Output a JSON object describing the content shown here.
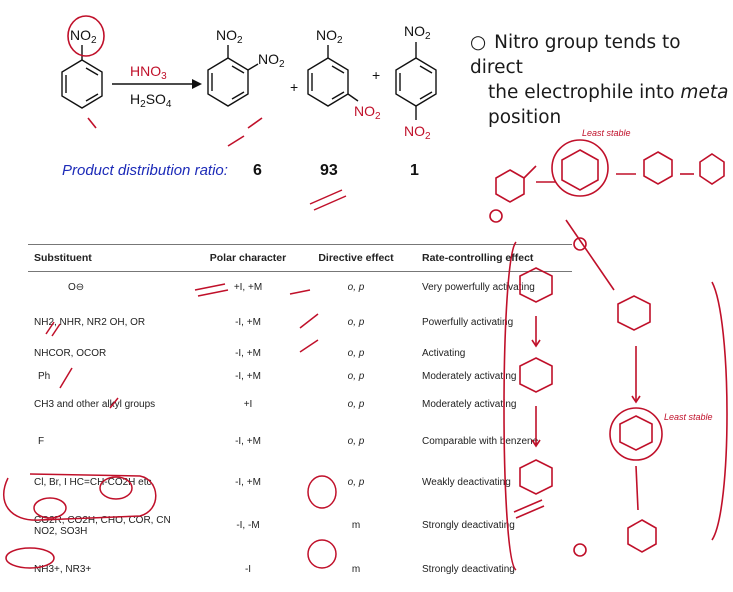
{
  "reaction": {
    "reactant_group": "NO2",
    "reagent_top": "HNO3",
    "reagent_bottom": "H2SO4",
    "product_ortho_groups": [
      "NO2",
      "NO2"
    ],
    "product_meta_groups": [
      "NO2",
      "NO2"
    ],
    "product_para_groups": [
      "NO2",
      "NO2"
    ],
    "plus": "+"
  },
  "bullet": {
    "marker": "○",
    "line1": "Nitro group tends to direct",
    "line2_pre": "the electrophile into ",
    "line2_em": "meta",
    "line3": "position"
  },
  "ratio": {
    "label": "Product distribution ratio:",
    "ortho": "6",
    "meta": "93",
    "para": "1"
  },
  "table": {
    "headers": [
      "Substituent",
      "Polar character",
      "Directive effect",
      "Rate-controlling effect"
    ],
    "rows": [
      {
        "substituent": "O⊖",
        "polar": "+I, +M",
        "directive": "o, p",
        "rate": "Very powerfully activating"
      },
      {
        "substituent": "NH2, NHR, NR2 OH, OR",
        "polar": "-I, +M",
        "directive": "o, p",
        "rate": "Powerfully activating"
      },
      {
        "substituent": "NHCOR, OCOR",
        "polar": "-I, +M",
        "directive": "o, p",
        "rate": "Activating"
      },
      {
        "substituent": "Ph",
        "polar": "-I, +M",
        "directive": "o, p",
        "rate": "Moderately activating"
      },
      {
        "substituent": "CH3 and other alkyl groups",
        "polar": "+I",
        "directive": "o, p",
        "rate": "Moderately activating"
      },
      {
        "substituent": "F",
        "polar": "-I, +M",
        "directive": "o, p",
        "rate": "Comparable with benzene"
      },
      {
        "substituent": "Cl, Br, I HC=CH-CO2H etc.",
        "polar": "-I, +M",
        "directive": "o, p",
        "rate": "Weakly deactivating"
      },
      {
        "substituent": "CO2R, CO2H, CHO, COR, CN NO2, SO3H",
        "polar": "-I, -M",
        "directive": "m",
        "rate": "Strongly deactivating"
      },
      {
        "substituent": "NH3+, NR3+",
        "polar": "-I",
        "directive": "m",
        "rate": "Strongly deactivating"
      }
    ]
  },
  "handwriting": {
    "least_stable_top": "Least stable",
    "least_stable_right": "Least stable"
  },
  "colors": {
    "ink_red": "#c0102a",
    "ratio_blue": "#1d2bb8",
    "reagent_red": "#c0102a"
  }
}
